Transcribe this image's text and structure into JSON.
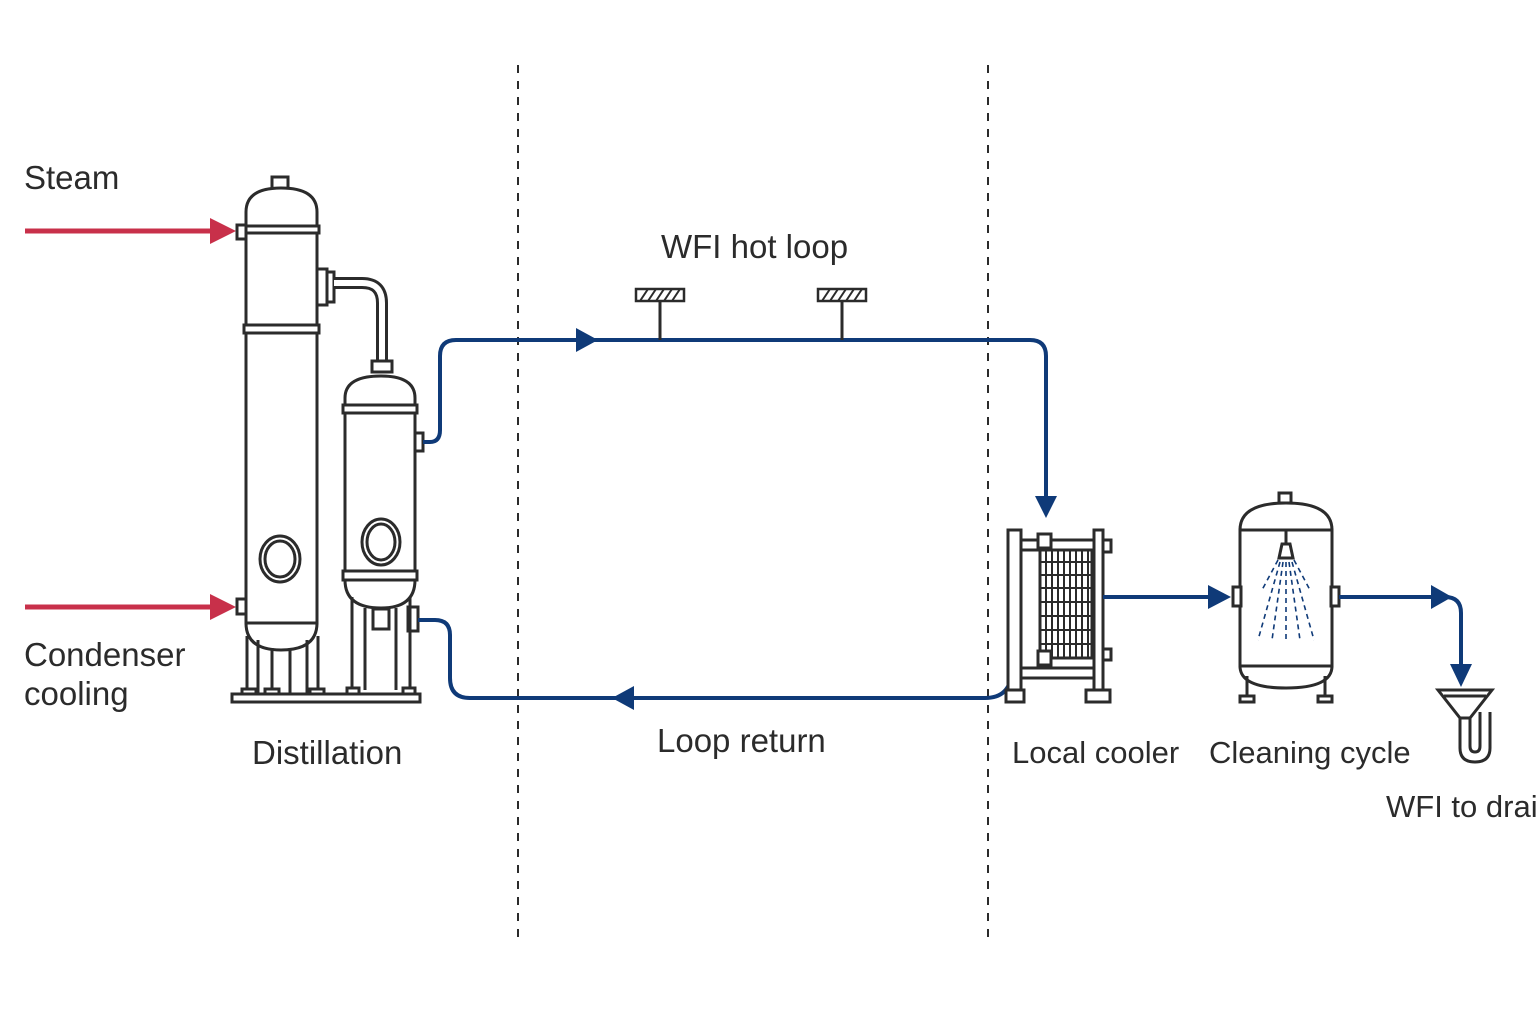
{
  "colors": {
    "steam_line": "#c8304a",
    "wfi_line": "#0f3a78",
    "equipment": "#2b2b2b",
    "text": "#2b2b2b",
    "background": "#ffffff"
  },
  "labels": {
    "steam": "Steam",
    "condenser_cooling_1": "Condenser",
    "condenser_cooling_2": "cooling",
    "distillation": "Distillation",
    "wfi_hot_loop": "WFI hot loop",
    "loop_return": "Loop return",
    "local_cooler": "Local cooler",
    "cleaning_cycle": "Cleaning cycle",
    "wfi_to_drain": "WFI to drain"
  },
  "icons": {
    "distillation_column": "tall-column-vessel-icon",
    "condenser_vessel": "condenser-vessel-icon",
    "use_point_1": "use-point-valve-icon",
    "use_point_2": "use-point-valve-icon",
    "heat_exchanger": "plate-heat-exchanger-icon",
    "spray_tank": "spray-ball-tank-icon",
    "drain": "funnel-drain-trap-icon"
  }
}
